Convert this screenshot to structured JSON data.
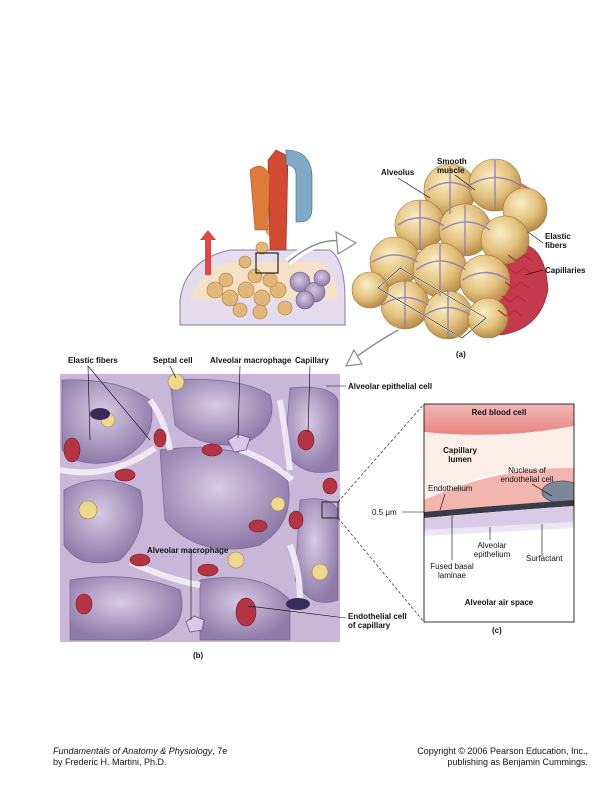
{
  "panel_a": {
    "tag": "(a)",
    "labels": {
      "alveolus": "Alveolus",
      "smooth_muscle": "Smooth\nmuscle",
      "elastic_fibers": "Elastic\nfibers",
      "capillaries": "Capillaries"
    }
  },
  "panel_b": {
    "tag": "(b)",
    "labels": {
      "elastic_fibers": "Elastic fibers",
      "septal_cell": "Septal cell",
      "alveolar_macrophage_top": "Alveolar macrophage",
      "capillary": "Capillary",
      "alveolar_epithelial_cell": "Alveolar epithelial cell",
      "alveolar_macrophage_inner": "Alveolar macrophage",
      "endothelial_cell": "Endothelial cell\nof capillary"
    }
  },
  "panel_c": {
    "tag": "(c)",
    "labels": {
      "red_blood_cell": "Red blood cell",
      "capillary_lumen": "Capillary\nlumen",
      "nucleus": "Nucleus of\nendothelial cell",
      "endothelium": "Endothelium",
      "scale": "0.5 μm",
      "fused_basal_laminae": "Fused basal\nlaminae",
      "alveolar_epithelium": "Alveolar\nepithelium",
      "surfactant": "Surfactant",
      "alveolar_air_space": "Alveolar air space"
    }
  },
  "footer": {
    "book_title": "Fundamentals of Anatomy & Physiology",
    "edition": ", 7e",
    "author": "by Frederic H. Martini, Ph.D.",
    "copyright": "Copyright © 2006 Pearson Education, Inc.,",
    "publisher": "publishing as Benjamin Cummings."
  },
  "colors": {
    "alveolus_tan": "#e6c98a",
    "capillary_red": "#c23a4c",
    "tissue_lilac": "#b7a6cc",
    "membrane_pink": "#f2c6c0"
  }
}
